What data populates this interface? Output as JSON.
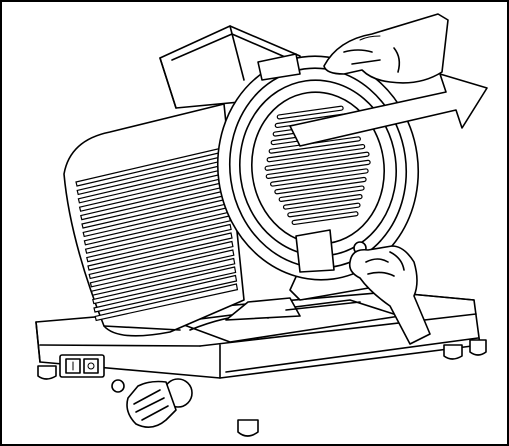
{
  "figure": {
    "subject": "meat-slicer",
    "action": "blade-cover-removal",
    "arrow_direction": "up-right",
    "colors": {
      "line": "#000000",
      "background": "#ffffff"
    }
  }
}
